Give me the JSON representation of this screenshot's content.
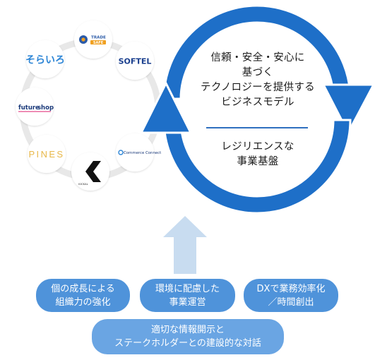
{
  "center": {
    "top_lines": [
      "信頼・安全・安心に",
      "基づく",
      "テクノロジーを提供する",
      "ビジネスモデル"
    ],
    "bottom_lines": [
      "レジリエンスな",
      "事業基盤"
    ]
  },
  "logos": {
    "trade_safe": [
      "TRADE",
      "SAFE"
    ],
    "softel": "SOFTEL",
    "sorairo": "そらいろ",
    "future_shop": [
      "future",
      "shop"
    ],
    "pines": "PINES",
    "kcoal": "KICKAL",
    "commerce_connect": "Commerce Connect"
  },
  "pills": [
    [
      "個の成長による",
      "組織力の強化"
    ],
    [
      "環境に配慮した",
      "事業運営"
    ],
    [
      "DXで業務効率化",
      "／時間創出"
    ],
    [
      "適切な情報開示と",
      "ステークホルダーとの建設的な対話"
    ]
  ],
  "colors": {
    "ring_blue": "#1e6fc8",
    "node_ring": "#e8e8e8",
    "up_arrow": "#c8dcf0",
    "pill_blue": "#4f93da",
    "pill_blue_light": "#6aa5e3",
    "divider": "#2e6fbf"
  }
}
